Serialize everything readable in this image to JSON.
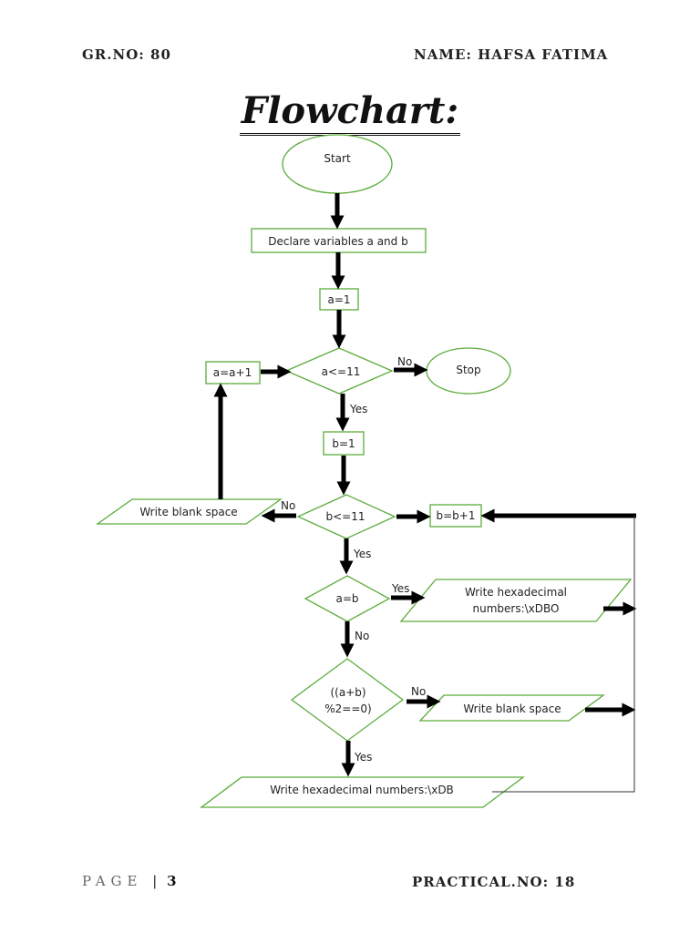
{
  "header": {
    "gr_no": "GR.NO: 80",
    "name": "NAME: HAFSA FATIMA"
  },
  "title": "Flowchart:",
  "footer": {
    "page_word": "PAGE",
    "page_sep": "|",
    "page_num": "3",
    "practical": "PRACTICAL.NO: 18"
  },
  "nodes": {
    "start": "Start",
    "declare": "Declare variables a and b",
    "a_init": "a=1",
    "a_cond": "a<=11",
    "stop": "Stop",
    "a_inc": "a=a+1",
    "b_init": "b=1",
    "b_cond": "b<=11",
    "blank_left": "Write blank space",
    "b_inc": "b=b+1",
    "eq_cond": "a=b",
    "hex_dbo_1": "Write hexadecimal",
    "hex_dbo_2": "numbers:\\xDBO",
    "mod_cond_1": "((a+b)",
    "mod_cond_2": "%2==0)",
    "blank_right": "Write blank space",
    "hex_db": "Write hexadecimal numbers:\\xDB"
  },
  "labels": {
    "no_stop": "No",
    "yes_b": "Yes",
    "no_blank": "No",
    "yes_eq": "Yes",
    "yes_hex": "Yes",
    "no_mod": "No",
    "no_blank2": "No",
    "yes_db": "Yes"
  },
  "colors": {
    "shape_stroke": "#5cac3c",
    "arrow": "#000000",
    "text": "#222222"
  }
}
